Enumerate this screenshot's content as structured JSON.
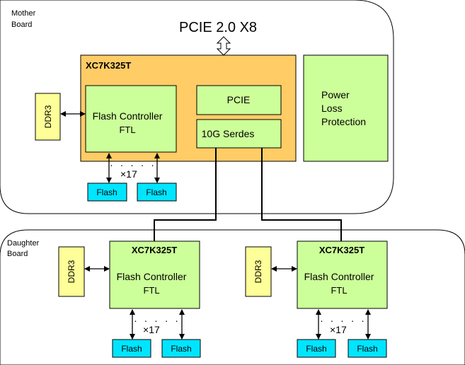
{
  "mother_board": {
    "label_line1": "Mother",
    "label_line2": "Board",
    "bus_title": "PCIE 2.0  X8",
    "fpga": {
      "title": "XC7K325T",
      "flash_controller_line1": "Flash Controller",
      "flash_controller_line2": "FTL",
      "pcie_label": "PCIE",
      "serdes_label": "10G Serdes"
    },
    "power_loss": {
      "line1": "Power",
      "line2": "Loss",
      "line3": "Protection"
    },
    "ddr_label": "DDR3",
    "flash_label_1": "Flash",
    "flash_label_2": "Flash",
    "channel_count": "×17"
  },
  "daughter_board": {
    "label_line1": "Daughter",
    "label_line2": "Board",
    "left": {
      "title": "XC7K325T",
      "flash_controller_line1": "Flash Controller",
      "flash_controller_line2": "FTL",
      "ddr_label": "DDR3",
      "flash_label_1": "Flash",
      "flash_label_2": "Flash",
      "channel_count": "×17"
    },
    "right": {
      "title": "XC7K325T",
      "flash_controller_line1": "Flash Controller",
      "flash_controller_line2": "FTL",
      "ddr_label": "DDR3",
      "flash_label_1": "Flash",
      "flash_label_2": "Flash",
      "channel_count": "×17"
    }
  },
  "colors": {
    "green": "#ccff99",
    "orange": "#ffcc66",
    "yellow": "#ffff99",
    "cyan": "#00e5ff"
  }
}
